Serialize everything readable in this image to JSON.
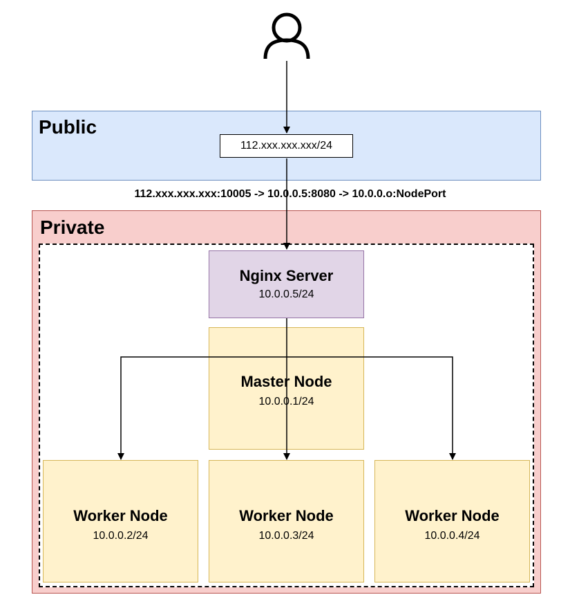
{
  "zones": {
    "public_title": "Public",
    "private_title": "Private"
  },
  "gateway": {
    "ip": "112.xxx.xxx.xxx/24"
  },
  "route_label": "112.xxx.xxx.xxx:10005 -> 10.0.0.5:8080 -> 10.0.0.o:NodePort",
  "nodes": {
    "nginx": {
      "title": "Nginx Server",
      "ip": "10.0.0.5/24"
    },
    "master": {
      "title": "Master Node",
      "ip": "10.0.0.1/24"
    },
    "workers": [
      {
        "title": "Worker Node",
        "ip": "10.0.0.2/24"
      },
      {
        "title": "Worker Node",
        "ip": "10.0.0.3/24"
      },
      {
        "title": "Worker Node",
        "ip": "10.0.0.4/24"
      }
    ]
  },
  "colors": {
    "public_fill": "#dae8fc",
    "public_stroke": "#6c8ebf",
    "private_fill": "#f8cecc",
    "private_stroke": "#b85450",
    "nginx_fill": "#e1d5e7",
    "nginx_stroke": "#9673a6",
    "node_fill": "#fff2cc",
    "node_stroke": "#d6b656"
  },
  "icons": {
    "user": "user-icon"
  }
}
